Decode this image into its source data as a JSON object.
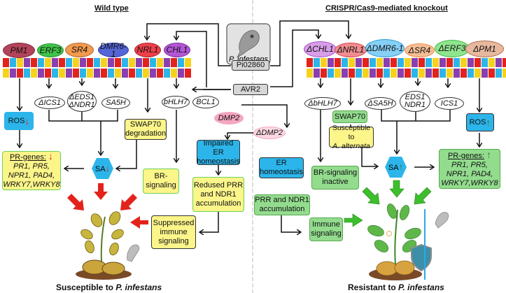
{
  "left_panel": {
    "title": "Wild type",
    "genes": [
      "PM1",
      "ERF3",
      "SR4",
      "DMR6-1",
      "NRL1",
      "CHL1"
    ],
    "gene_colors": [
      "#b2435a",
      "#3fc44a",
      "#f39a4e",
      "#5565d6",
      "#ee4049",
      "#b356d6"
    ],
    "downstream": {
      "ics1": "ΔICS1",
      "eds1_ndr1": [
        "ΔEDS1",
        "ΔNDR1"
      ],
      "sa5h": "SA5H",
      "bhlh7": "bHLH7",
      "bcl1": "BCL1"
    },
    "ros": {
      "label": "ROS",
      "arrow": "↓"
    },
    "sa": {
      "label": "SA",
      "arrow": "↓"
    },
    "swap70": [
      "SWAP70",
      "degradation"
    ],
    "br_signaling": [
      "BR-",
      "signaling"
    ],
    "pr_genes": {
      "heading": "PR-genes:",
      "arrow": "↓",
      "lines": [
        "PR1, PR5,",
        "NPR1, PAD4,",
        "WRKY7,WRKY8"
      ]
    },
    "impaired_er": [
      "Impaired ER",
      "homeostasis"
    ],
    "reduced_prr": [
      "Redused PRR",
      "and NDR1",
      "accumulation"
    ],
    "suppressed": [
      "Suppressed",
      "immune",
      "signaling"
    ],
    "caption": {
      "prefix": "Susceptible to ",
      "species": "P. infestans"
    }
  },
  "center": {
    "pathogen_label": "P. infestans",
    "pi02860": "Pi02860",
    "avr2": "AVR2",
    "dmp2": "DMP2",
    "delta_dmp2": "ΔDMP2"
  },
  "right_panel": {
    "title": "CRISPR/Cas9-mediated knockout",
    "genes": [
      "ΔCHL1",
      "ΔNRL1",
      "ΔDMR6-1",
      "ΔSR4",
      "ΔERF3",
      "ΔPM1"
    ],
    "gene_colors": [
      "#d89ee8",
      "#f08d8f",
      "#86d0f5",
      "#f6be95",
      "#8fe58d",
      "#e7b89d"
    ],
    "gene_borders": [
      "#a94fc6",
      "#d6404a",
      "#2a98d8",
      "#ee8a44",
      "#3cbd45",
      "#b26e4f"
    ],
    "downstream": {
      "bhlh7": "ΔbHLH7",
      "sa5h": "ΔSA5H",
      "eds1_ndr1": [
        "EDS1",
        "NDR1"
      ],
      "ics1": "ICS1"
    },
    "swap70": "SWAP70",
    "susceptible": {
      "line1": "Susceptible to",
      "line2": "A. alternata"
    },
    "ros": {
      "label": "ROS",
      "arrow": "↑"
    },
    "sa": {
      "label": "SA",
      "arrow": "↑"
    },
    "er": [
      "ER",
      "homeostasis"
    ],
    "br_inactive": [
      "BR-signaling",
      "inactive"
    ],
    "prr": [
      "PRR and NDR1",
      "accumulation"
    ],
    "immune": [
      "Immune",
      "signaling"
    ],
    "pr_genes": {
      "heading": "PR-genes:",
      "arrow": "↑",
      "lines": [
        "PR1, PR5,",
        "NPR1, PAD4,",
        "WRKY7,WRKY8"
      ]
    },
    "caption": {
      "prefix": "Resistant to ",
      "species": "P. infestans"
    }
  },
  "colors": {
    "down_arrow": "#e3221c",
    "up_arrow": "#2c7a2a",
    "big_red_arrow": "#e3221c",
    "big_green_arrow": "#3cbf2a",
    "sa_hexagon": "#2cb5ea"
  }
}
